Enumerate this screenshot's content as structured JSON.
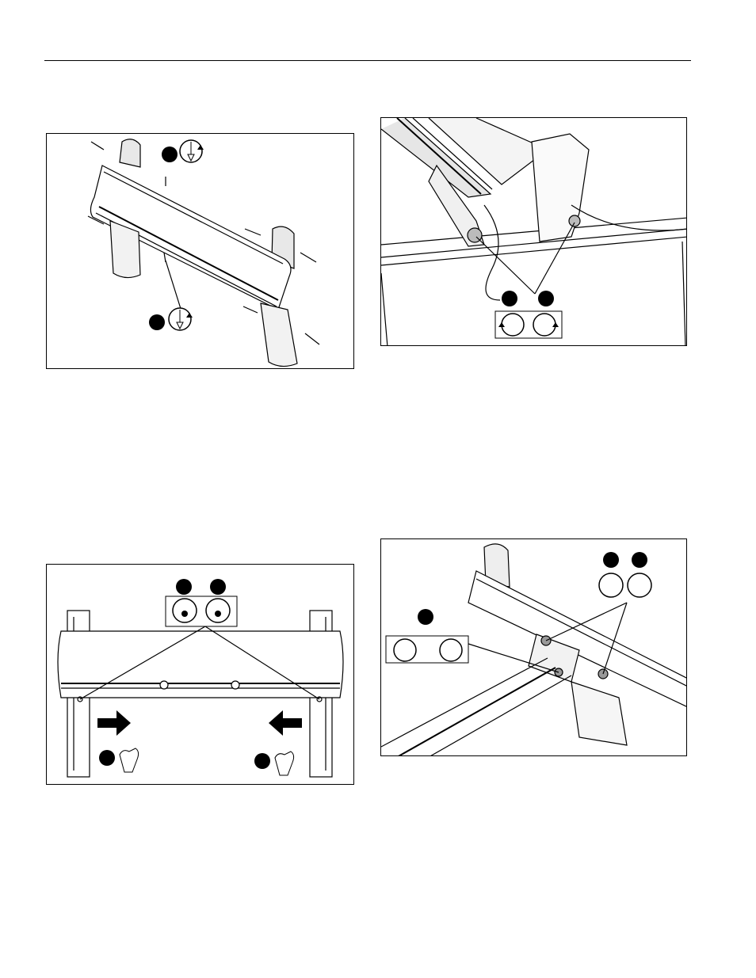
{
  "page": {
    "figures": [
      {
        "id": "fig-1",
        "icons": [
          "screwdriver-tighten-icon",
          "screwdriver-tighten-icon"
        ]
      },
      {
        "id": "fig-2",
        "icons": [
          "wrench-loosen-icon",
          "wrench-tighten-icon"
        ]
      },
      {
        "id": "fig-3",
        "icons": [
          "hex-key-tighten-icon",
          "hex-key-loosen-icon",
          "push-right-arrow-icon",
          "push-left-arrow-icon",
          "hand-icon",
          "hand-icon"
        ]
      },
      {
        "id": "fig-4",
        "icons": [
          "wrench-tighten-icon",
          "wrench-loosen-icon",
          "wrench-loosen-icon",
          "wrench-tighten-icon"
        ]
      }
    ]
  },
  "colors": {
    "line": "#000000",
    "panel": "#ffffff",
    "shade": "#d8d8d8",
    "callout": "#000000"
  }
}
